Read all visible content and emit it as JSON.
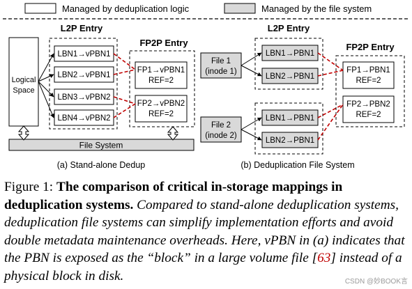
{
  "legend": {
    "white_label": "Managed by deduplication logic",
    "gray_label": "Managed by the file system"
  },
  "colors": {
    "dashed_link": "#c00000",
    "gray_fill": "#d9d9d9",
    "text": "#000000"
  },
  "panel_a": {
    "l2p_title": "L2P Entry",
    "fp2p_title": "FP2P Entry",
    "logical_space_line1": "Logical",
    "logical_space_line2": "Space",
    "file_system_label": "File System",
    "entries": [
      "LBN1→vPBN1",
      "LBN2→vPBN1",
      "LBN3→vPBN2",
      "LBN4→vPBN2"
    ],
    "fp1_line1": "FP1→vPBN1",
    "fp1_line2": "REF=2",
    "fp2_line1": "FP2→vPBN2",
    "fp2_line2": "REF=2",
    "caption": "(a) Stand-alone Dedup"
  },
  "panel_b": {
    "l2p_title": "L2P Entry",
    "fp2p_title": "FP2P Entry",
    "file1_line1": "File 1",
    "file1_line2": "(inode 1)",
    "file2_line1": "File 2",
    "file2_line2": "(inode 2)",
    "entries": [
      "LBN1→PBN1",
      "LBN2→PBN1",
      "LBN1→PBN1",
      "LBN2→PBN1"
    ],
    "fp1_line1": "FP1→PBN1",
    "fp1_line2": "REF=2",
    "fp2_line1": "FP2→PBN2",
    "fp2_line2": "REF=2",
    "caption": "(b) Deduplication File System"
  },
  "caption": {
    "label": "Figure 1:",
    "title": "The comparison of critical in-storage mappings in deduplication systems.",
    "body_part1": "Compared to stand-alone deduplication systems, deduplication file systems can simplify implementation efforts and avoid double metadata maintenance overheads. Here, vPBN in (a) indicates that the PBN is exposed as the “block” in a large volume file [",
    "ref": "63",
    "body_part2": "] instead of a physical block in disk."
  },
  "watermark": "CSDN @妙BOOK言"
}
